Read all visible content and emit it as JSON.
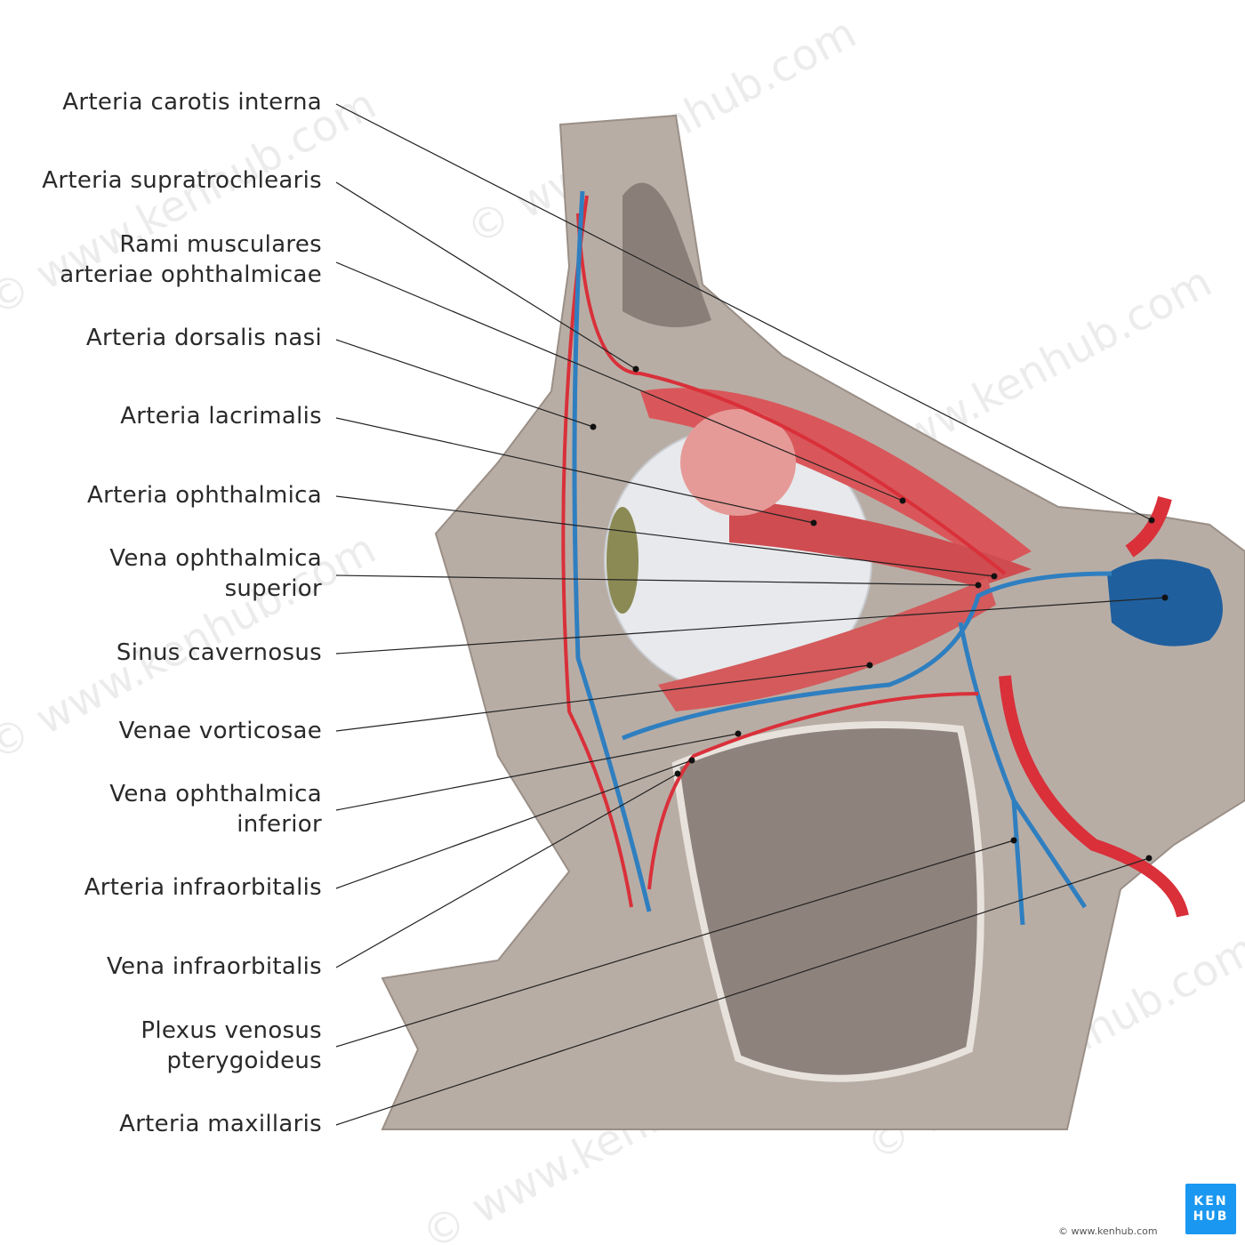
{
  "labels": [
    {
      "lines": [
        "Arteria carotis interna"
      ]
    },
    {
      "lines": [
        "Arteria supratrochlearis"
      ]
    },
    {
      "lines": [
        "Rami musculares",
        "arteriae ophthalmicae"
      ]
    },
    {
      "lines": [
        "Arteria dorsalis nasi"
      ]
    },
    {
      "lines": [
        "Arteria lacrimalis"
      ]
    },
    {
      "lines": [
        "Arteria ophthalmica"
      ]
    },
    {
      "lines": [
        "Vena ophthalmica",
        "superior"
      ]
    },
    {
      "lines": [
        "Sinus cavernosus"
      ]
    },
    {
      "lines": [
        "Venae vorticosae"
      ]
    },
    {
      "lines": [
        "Vena ophthalmica",
        "inferior"
      ]
    },
    {
      "lines": [
        "Arteria infraorbitalis"
      ]
    },
    {
      "lines": [
        "Vena infraorbitalis"
      ]
    },
    {
      "lines": [
        "Plexus venosus",
        "pterygoideus"
      ]
    },
    {
      "lines": [
        "Arteria maxillaris"
      ]
    }
  ],
  "logo": {
    "line1": "KEN",
    "line2": "HUB"
  },
  "copyright": "© www.kenhub.com",
  "watermark": "© www.kenhub.com",
  "colors": {
    "artery": "#d9303a",
    "vein": "#2f7fc0",
    "bone": "#b5aaa2",
    "muscle": "#d9575a",
    "accent": "#1a97f0"
  }
}
